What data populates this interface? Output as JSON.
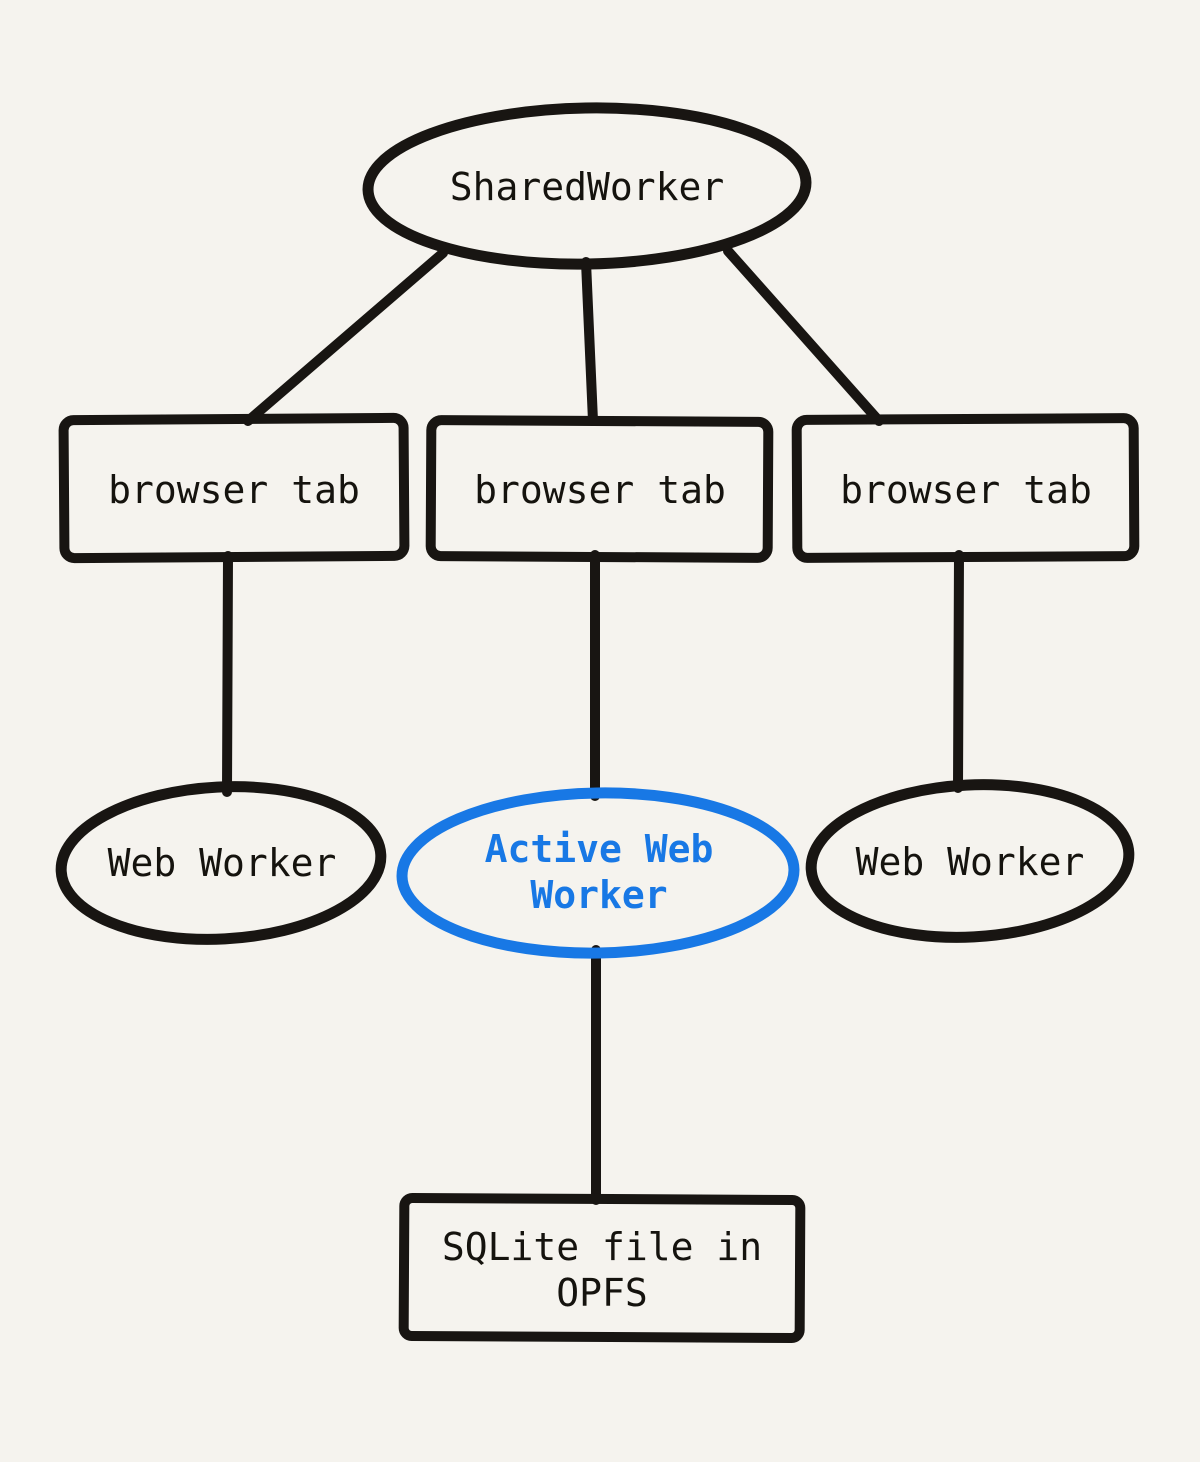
{
  "diagram": {
    "background_color": "#f5f3ee",
    "stroke_color": "#181512",
    "active_color": "#1878e5",
    "nodes": {
      "shared_worker": {
        "label": "SharedWorker",
        "shape": "ellipse"
      },
      "browser_tab_1": {
        "label": "browser tab",
        "shape": "rectangle"
      },
      "browser_tab_2": {
        "label": "browser tab",
        "shape": "rectangle"
      },
      "browser_tab_3": {
        "label": "browser tab",
        "shape": "rectangle"
      },
      "web_worker_left": {
        "label": "Web Worker",
        "shape": "ellipse"
      },
      "active_web_worker": {
        "label": "Active Web Worker",
        "shape": "ellipse",
        "highlighted": true
      },
      "web_worker_right": {
        "label": "Web Worker",
        "shape": "ellipse"
      },
      "sqlite_file": {
        "label": "SQLite file in OPFS",
        "shape": "rectangle"
      }
    },
    "edges": [
      {
        "from": "shared_worker",
        "to": "browser_tab_1"
      },
      {
        "from": "shared_worker",
        "to": "browser_tab_2"
      },
      {
        "from": "shared_worker",
        "to": "browser_tab_3"
      },
      {
        "from": "browser_tab_1",
        "to": "web_worker_left"
      },
      {
        "from": "browser_tab_2",
        "to": "active_web_worker"
      },
      {
        "from": "browser_tab_3",
        "to": "web_worker_right"
      },
      {
        "from": "active_web_worker",
        "to": "sqlite_file"
      }
    ]
  }
}
